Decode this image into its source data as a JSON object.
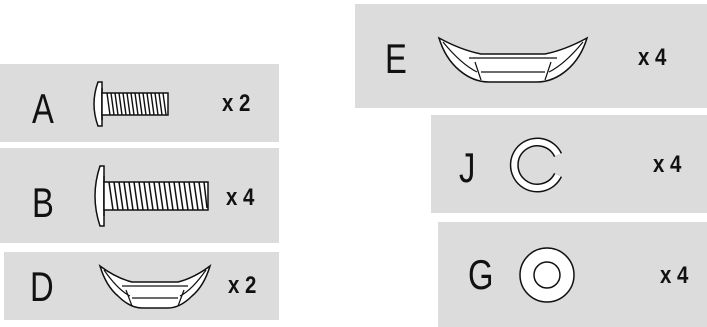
{
  "parts": [
    {
      "id": "A",
      "label": "A",
      "qty": "x 2",
      "icon": "short-screw-icon"
    },
    {
      "id": "B",
      "label": "B",
      "qty": "x 4",
      "icon": "long-screw-icon"
    },
    {
      "id": "D",
      "label": "D",
      "qty": "x 2",
      "icon": "wing-nut-icon"
    },
    {
      "id": "E",
      "label": "E",
      "qty": "x 4",
      "icon": "wing-nut-icon"
    },
    {
      "id": "J",
      "label": "J",
      "qty": "x 4",
      "icon": "split-lock-washer-icon"
    },
    {
      "id": "G",
      "label": "G",
      "qty": "x 4",
      "icon": "flat-washer-icon"
    }
  ]
}
